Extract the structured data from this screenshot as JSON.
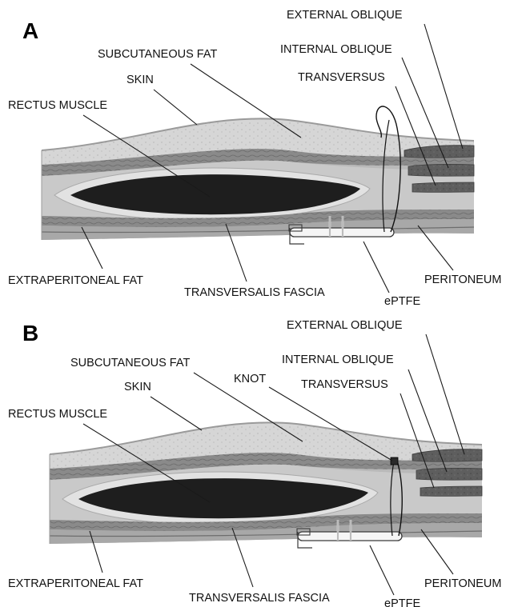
{
  "panels": [
    {
      "letter": "A",
      "labels": {
        "external_oblique": "EXTERNAL OBLIQUE",
        "internal_oblique": "INTERNAL OBLIQUE",
        "transversus": "TRANSVERSUS",
        "subcutaneous_fat": "SUBCUTANEOUS FAT",
        "skin": "SKIN",
        "rectus_muscle": "RECTUS MUSCLE",
        "extraperitoneal_fat": "EXTRAPERITONEAL FAT",
        "transversalis_fascia": "TRANSVERSALIS FASCIA",
        "eptfe": "ePTFE",
        "peritoneum": "PERITONEUM"
      }
    },
    {
      "letter": "B",
      "labels": {
        "external_oblique": "EXTERNAL OBLIQUE",
        "internal_oblique": "INTERNAL OBLIQUE",
        "transversus": "TRANSVERSUS",
        "subcutaneous_fat": "SUBCUTANEOUS FAT",
        "knot": "KNOT",
        "skin": "SKIN",
        "rectus_muscle": "RECTUS MUSCLE",
        "extraperitoneal_fat": "EXTRAPERITONEAL FAT",
        "transversalis_fascia": "TRANSVERSALIS FASCIA",
        "eptfe": "ePTFE",
        "peritoneum": "PERITONEUM"
      }
    }
  ],
  "colors": {
    "skin": "#c8c8c8",
    "subcutaneous_fat": "#d9d9d9",
    "fascia_layer": "#8c8c8c",
    "rectus_muscle": "#1c1c1c",
    "oblique_muscle": "#5a5a5a",
    "mesh": "#f4f4f4",
    "leader": "#1a1a1a"
  }
}
